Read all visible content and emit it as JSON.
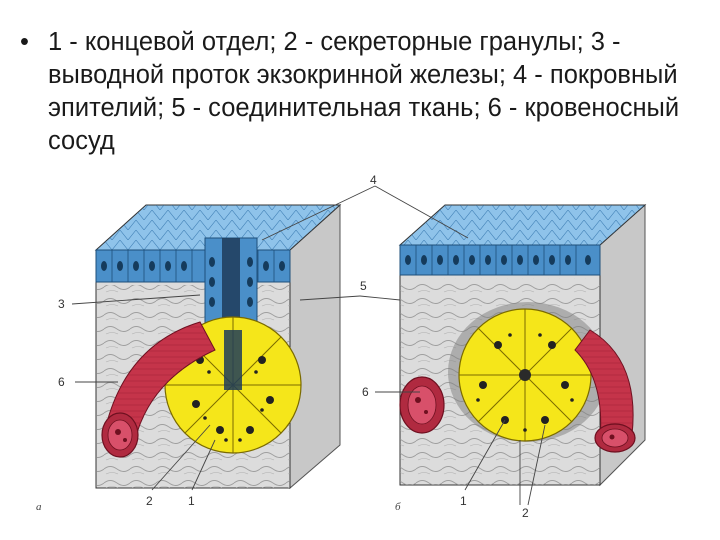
{
  "slide": {
    "bullet": "•",
    "text": "1 - концевой отдел; 2 - секреторные гранулы; 3 - выводной проток экзокринной железы; 4 - покровный эпителий; 5 - соединительная ткань; 6 - кровеносный сосуд"
  },
  "figure": {
    "labels": {
      "l1a": "1",
      "l2a": "2",
      "l3": "3",
      "l4": "4",
      "l5": "5",
      "l6a": "6",
      "l6b": "6",
      "l1b": "1",
      "l2b": "2"
    },
    "subfig_a": "а",
    "subfig_b": "б",
    "colors": {
      "epithelium_top": "#5fa3d8",
      "epithelium_front": "#4a8fc9",
      "gland_yellow": "#f5e61a",
      "vessel_red": "#c5344a",
      "connective_gray": "#d9d9d9"
    }
  }
}
